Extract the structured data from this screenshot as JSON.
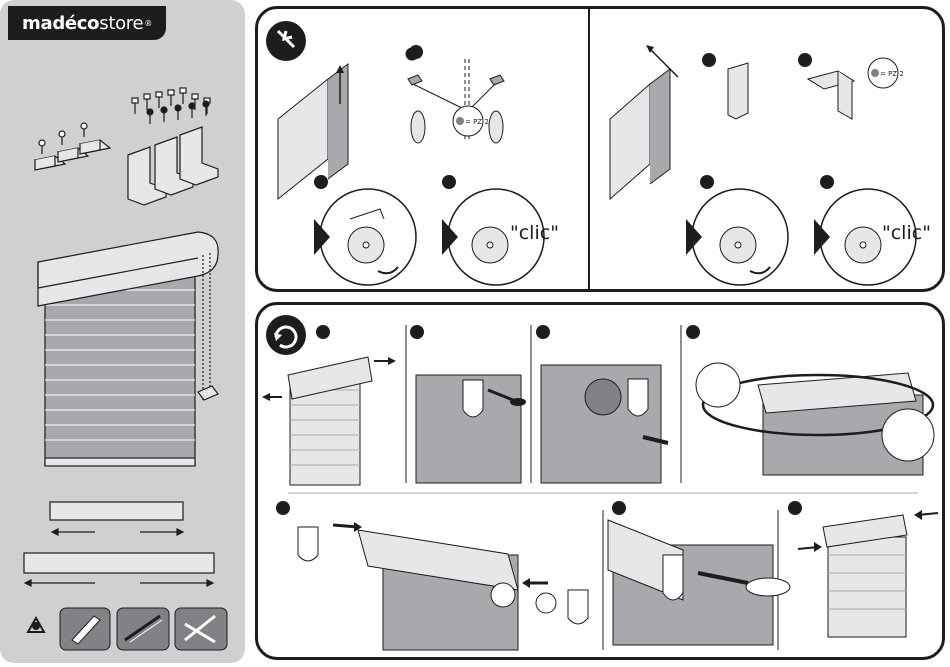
{
  "brand": {
    "name_bold": "madéco",
    "name_thin": "store",
    "mark": "®"
  },
  "mount_panel": {
    "screw_callout": "= PZ 2",
    "click_text": "\"clic\""
  },
  "colors": {
    "ink": "#1d1d1b",
    "sidebar_bg": "#cfd0d2",
    "blind_grey": "#a7a9ac",
    "light_grey": "#e6e7e8"
  },
  "icons": [
    "screwdriver-icon",
    "rotate-icon",
    "recycle-icon",
    "tape-measure-icon",
    "screwdriver-tool-icon",
    "pliers-icon"
  ]
}
